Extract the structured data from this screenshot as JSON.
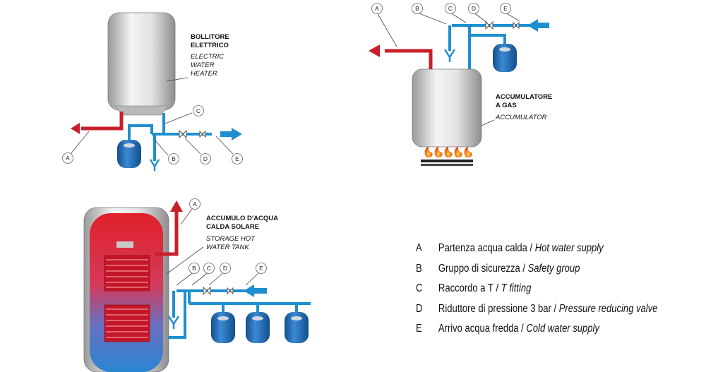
{
  "diagrams": {
    "electric": {
      "title_it": [
        "BOLLITORE",
        "ELETTRICO"
      ],
      "title_en": [
        "ELECTRIC",
        "WATER",
        "HEATER"
      ],
      "callouts": [
        "A",
        "B",
        "C",
        "D",
        "E"
      ]
    },
    "gas": {
      "title_it": [
        "ACCUMULATORE",
        "A GAS"
      ],
      "title_en": [
        "ACCUMULATOR"
      ],
      "callouts": [
        "A",
        "B",
        "C",
        "D",
        "E"
      ]
    },
    "solar": {
      "title_it": [
        "ACCUMULO D'ACQUA",
        "CALDA SOLARE"
      ],
      "title_en": [
        "STORAGE HOT",
        "WATER TANK"
      ],
      "callouts": [
        "A",
        "B",
        "C",
        "D",
        "E"
      ]
    }
  },
  "legend": [
    {
      "key": "A",
      "it": "Partenza acqua calda",
      "en": "Hot water supply"
    },
    {
      "key": "B",
      "it": "Gruppo di sicurezza",
      "en": "Safety group"
    },
    {
      "key": "C",
      "it": "Raccordo a T",
      "en": "T fitting"
    },
    {
      "key": "D",
      "it": "Riduttore di pressione 3 bar",
      "en": "Pressure reducing valve"
    },
    {
      "key": "E",
      "it": "Arrivo acqua fredda",
      "en": "Cold water supply"
    }
  ],
  "colors": {
    "hot": "#c8202a",
    "cold": "#1f8fcf",
    "tank_silver": "#d9d9d9",
    "expansion_vessel": "#1e6fb8"
  }
}
